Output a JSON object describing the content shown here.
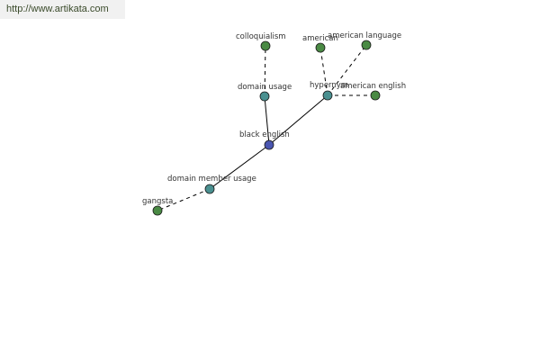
{
  "banner": {
    "url_text": "http://www.artikata.com"
  },
  "colors": {
    "root_node": "#4a56b0",
    "relation_node": "#4a9090",
    "leaf_node": "#4a8a44",
    "edge": "#000000"
  },
  "graph": {
    "nodes": [
      {
        "id": "black-english",
        "label": "black english",
        "kind": "root"
      },
      {
        "id": "domain-usage",
        "label": "domain usage",
        "kind": "relation"
      },
      {
        "id": "hypernym",
        "label": "hypernym",
        "kind": "relation"
      },
      {
        "id": "domain-member-usage",
        "label": "domain member usage",
        "kind": "relation"
      },
      {
        "id": "colloquialism",
        "label": "colloquialism",
        "kind": "leaf"
      },
      {
        "id": "american",
        "label": "american",
        "kind": "leaf"
      },
      {
        "id": "american-language",
        "label": "american language",
        "kind": "leaf"
      },
      {
        "id": "american-english",
        "label": "american english",
        "kind": "leaf"
      },
      {
        "id": "gangsta",
        "label": "gangsta",
        "kind": "leaf"
      }
    ],
    "edges": [
      {
        "from": "black-english",
        "to": "domain-usage",
        "style": "solid"
      },
      {
        "from": "black-english",
        "to": "hypernym",
        "style": "solid"
      },
      {
        "from": "black-english",
        "to": "domain-member-usage",
        "style": "solid"
      },
      {
        "from": "domain-usage",
        "to": "colloquialism",
        "style": "dashed"
      },
      {
        "from": "hypernym",
        "to": "american",
        "style": "dashed"
      },
      {
        "from": "hypernym",
        "to": "american-language",
        "style": "dashed"
      },
      {
        "from": "hypernym",
        "to": "american-english",
        "style": "dashed"
      },
      {
        "from": "domain-member-usage",
        "to": "gangsta",
        "style": "dashed"
      }
    ]
  }
}
